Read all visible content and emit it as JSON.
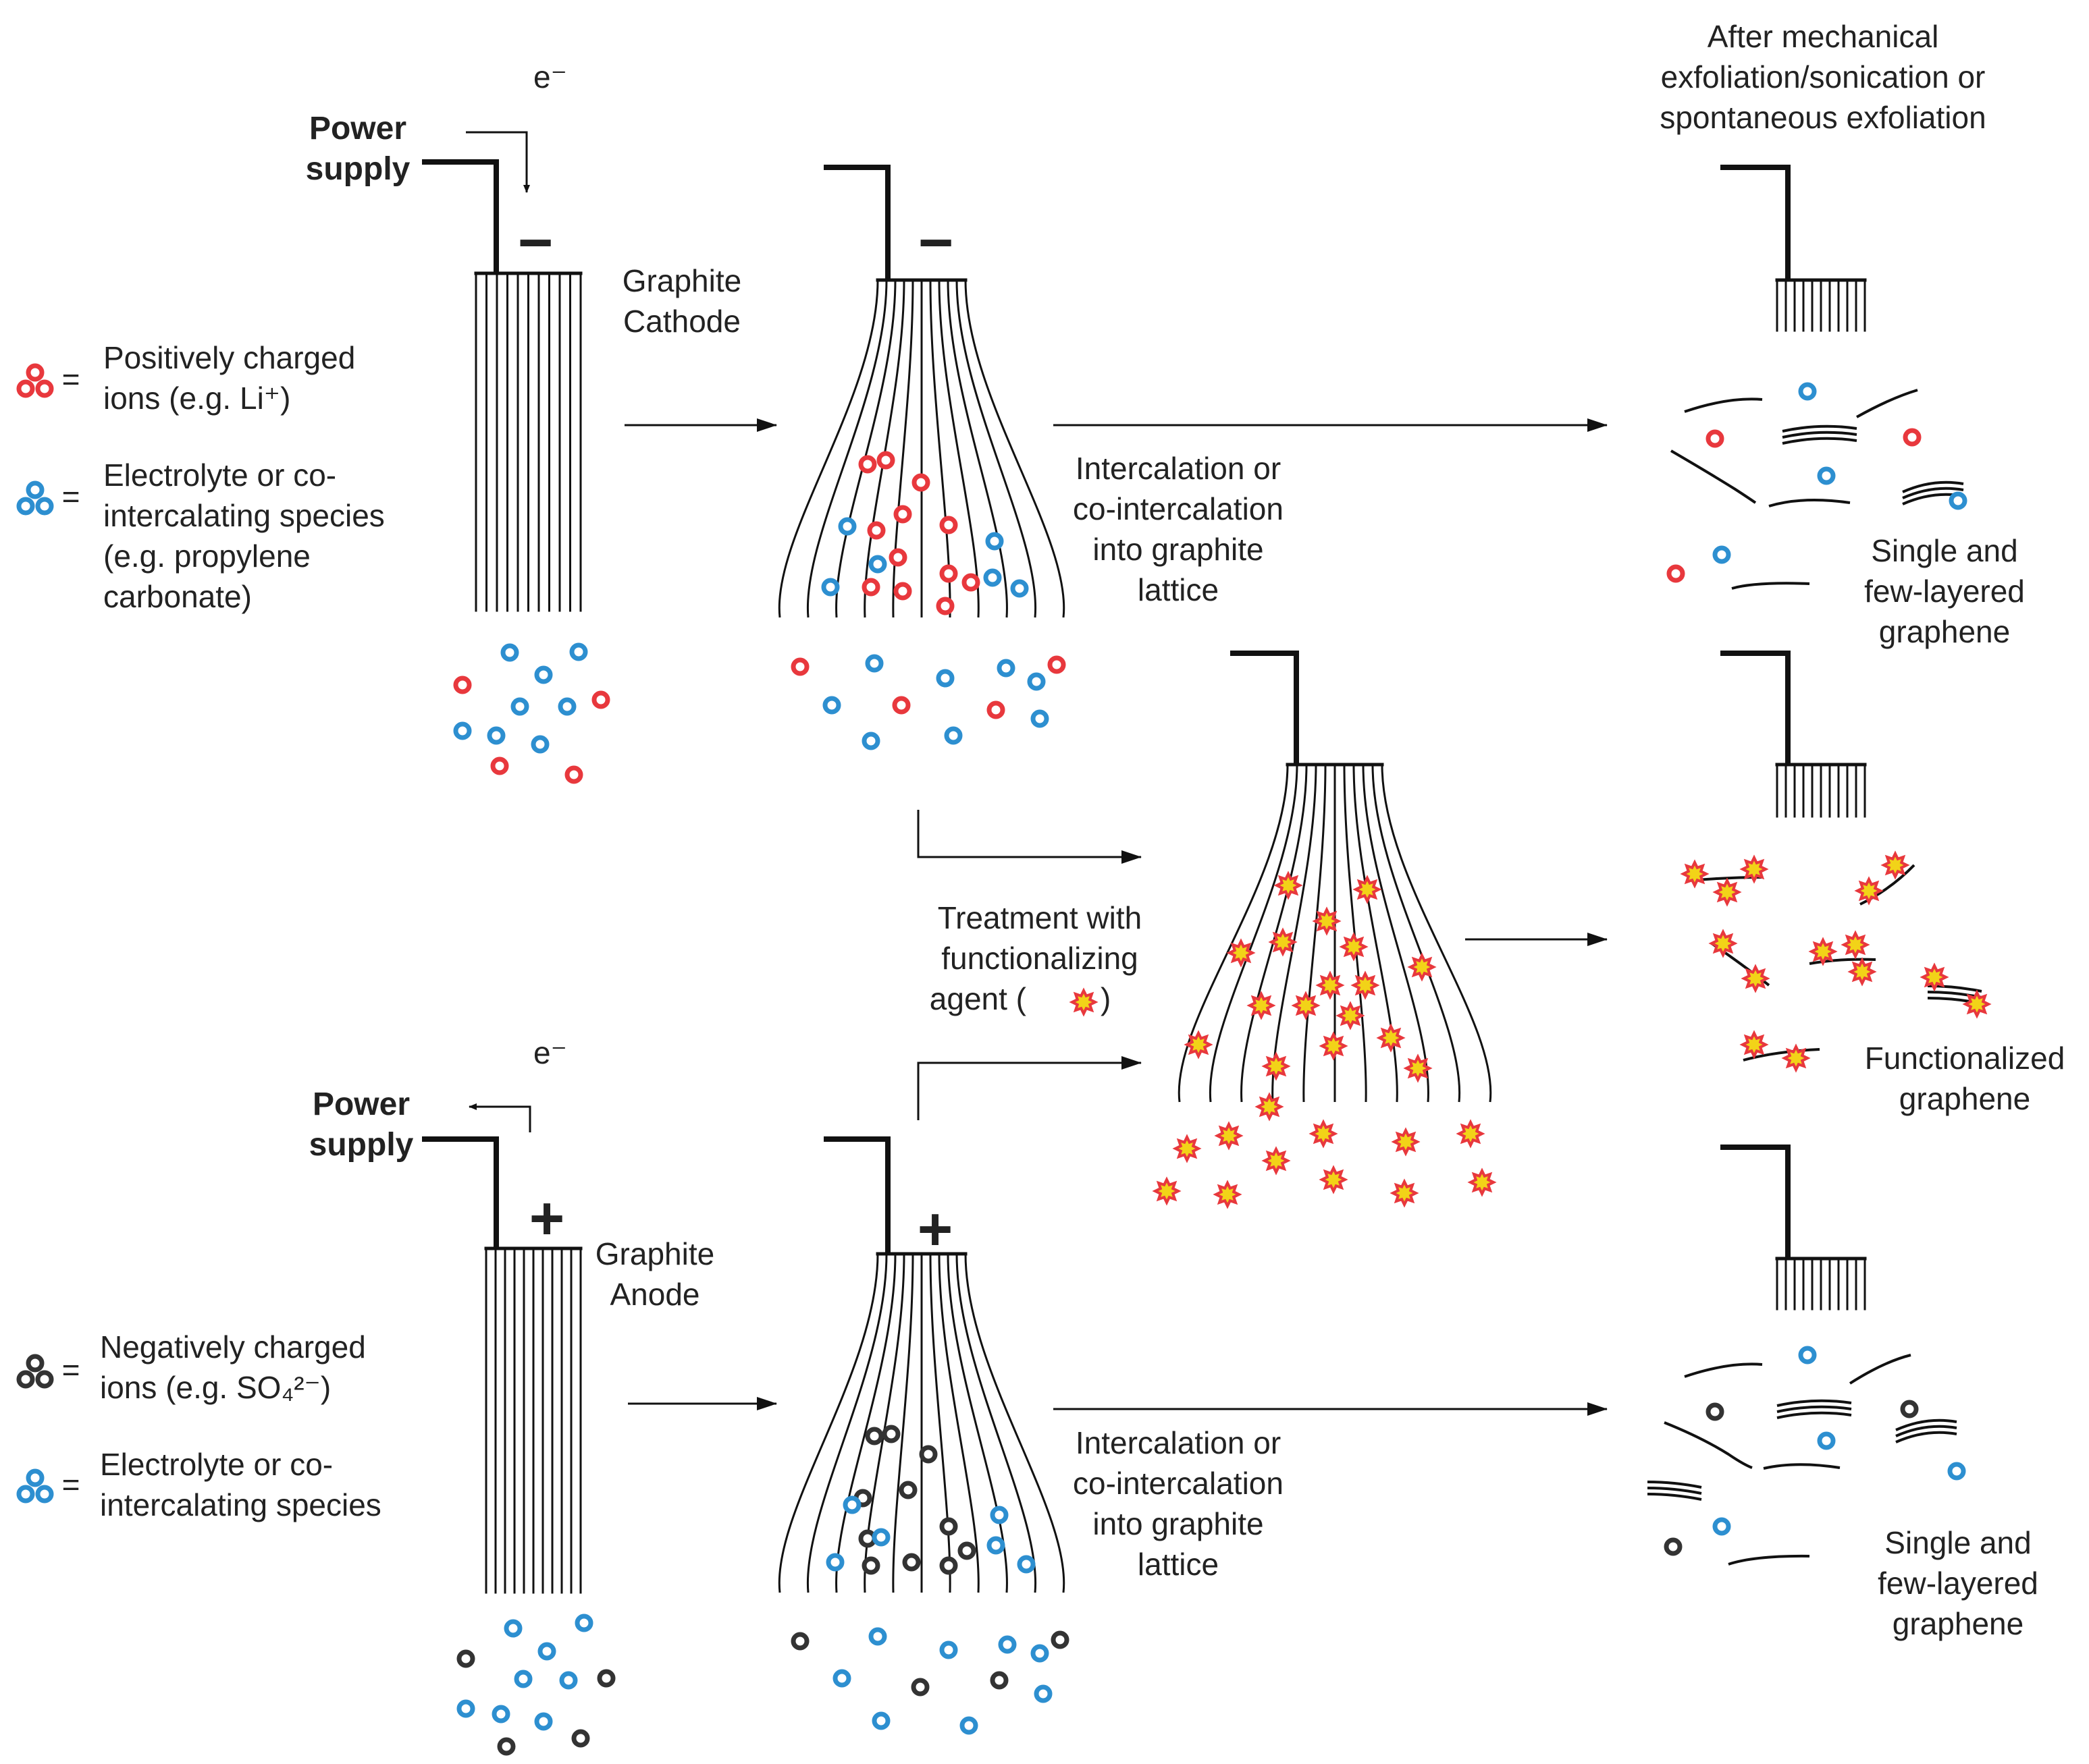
{
  "colors": {
    "positive_ion": "#e8383d",
    "electrolyte": "#2d8fd0",
    "negative_ion": "#333333",
    "agent_fill": "#f2d318",
    "agent_outline": "#e8383d",
    "line": "#111111"
  },
  "labels": {
    "power_supply_top": [
      "Power",
      "supply"
    ],
    "power_supply_bottom": [
      "Power",
      "supply"
    ],
    "electron_top": "e⁻",
    "electron_bottom": "e⁻",
    "minus_sign": "−",
    "plus_sign": "+",
    "graphite_cathode": [
      "Graphite",
      "Cathode"
    ],
    "graphite_anode": [
      "Graphite",
      "Anode"
    ],
    "legend_positive": [
      "Positively charged",
      "ions (e.g. Li⁺)"
    ],
    "legend_electrolyte_top": [
      "Electrolyte or co-",
      "intercalating species",
      "(e.g. propylene",
      "carbonate)"
    ],
    "legend_negative": [
      "Negatively charged",
      "ions (e.g. SO₄²⁻)"
    ],
    "legend_electrolyte_bottom": [
      "Electrolyte or co-",
      "intercalating species"
    ],
    "equals": "=",
    "intercalation_top": [
      "Intercalation or",
      "co-intercalation",
      "into graphite",
      "lattice"
    ],
    "intercalation_bottom": [
      "Intercalation or",
      "co-intercalation",
      "into graphite",
      "lattice"
    ],
    "after_exfoliation": [
      "After mechanical",
      "exfoliation/sonication or",
      "spontaneous exfoliation"
    ],
    "treatment": [
      "Treatment with",
      "functionalizing",
      "agent (",
      ")"
    ],
    "single_few_top": [
      "Single and",
      "few-layered",
      "graphene"
    ],
    "single_few_bottom": [
      "Single and",
      "few-layered",
      "graphene"
    ],
    "functionalized": [
      "Functionalized",
      "graphene"
    ]
  }
}
